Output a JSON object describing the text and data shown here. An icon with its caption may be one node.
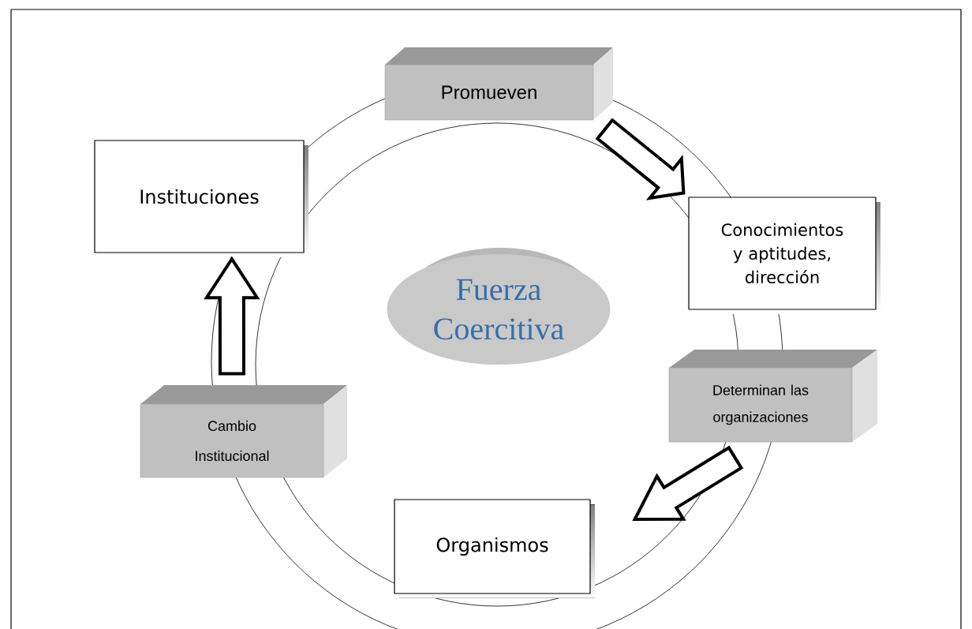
{
  "diagram": {
    "nodes": [
      {
        "text": [
          "Promueven"
        ]
      },
      {
        "text": [
          "Conocimientos y aptitudes, dirección"
        ]
      },
      {
        "text": [
          "Determinan las organizaciones"
        ]
      },
      {
        "text": [
          "Organismos"
        ]
      },
      {
        "text": [
          "Cambio Institucional"
        ]
      },
      {
        "text": [
          "Instituciones"
        ]
      },
      {
        "text": [
          "Fuerza Coercitiva"
        ]
      }
    ],
    "edges": [
      {
        "from": 0,
        "to": 1,
        "arrow": "to"
      },
      {
        "from": 2,
        "to": 3,
        "arrow": "to"
      },
      {
        "from": 4,
        "to": 5,
        "arrow": "to"
      }
    ]
  }
}
